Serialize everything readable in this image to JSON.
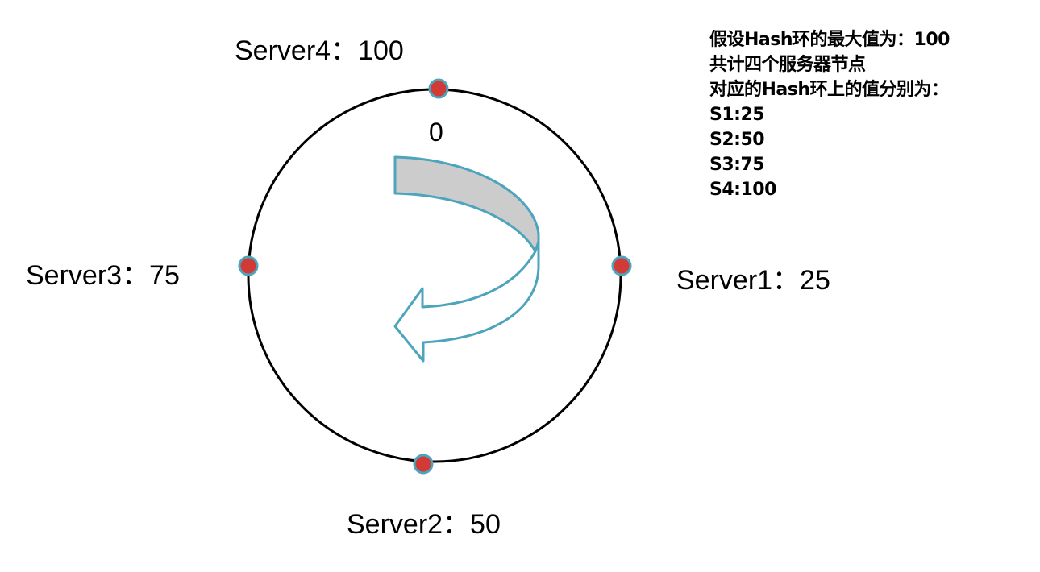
{
  "ring": {
    "zero_label": "0",
    "servers": [
      {
        "label": "Server1：25",
        "value": 25
      },
      {
        "label": "Server2：50",
        "value": 50
      },
      {
        "label": "Server3：75",
        "value": 75
      },
      {
        "label": "Server4：100",
        "value": 100
      }
    ]
  },
  "notes": {
    "lines": [
      "假设Hash环的最大值为：100",
      "共计四个服务器节点",
      "对应的Hash环上的值分别为：",
      "S1:25",
      "S2:50",
      "S3:75",
      "S4:100"
    ]
  },
  "colors": {
    "ring": "#000000",
    "node": "#d13a35",
    "node_border": "#4ea3bd",
    "arrow": "#4ea3bd",
    "arrow_fill": "#cccccc"
  }
}
